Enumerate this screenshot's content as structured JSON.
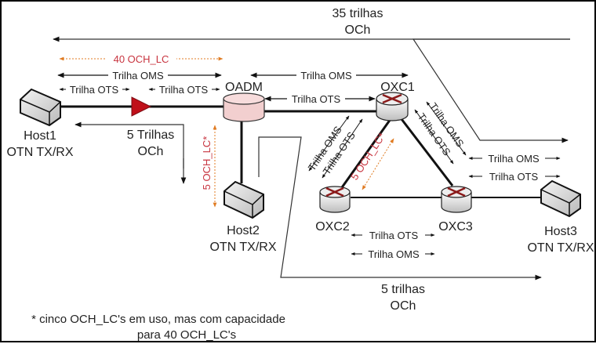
{
  "colors": {
    "line": "#111111",
    "thin": "#333333",
    "orange": "#e07b22",
    "red_text": "#c8343f",
    "amplifier": "#c0101a",
    "oadm_fill": "#f2cfcf",
    "router_arrows": "#8b1a1a"
  },
  "nodes": {
    "host1": {
      "name": "Host1",
      "sub": "OTN TX/RX"
    },
    "host2": {
      "name": "Host2",
      "sub": "OTN TX/RX"
    },
    "host3": {
      "name": "Host3",
      "sub": "OTN TX/RX"
    },
    "oadm": {
      "name": "OADM"
    },
    "oxc1": {
      "name": "OXC1"
    },
    "oxc2": {
      "name": "OXC2"
    },
    "oxc3": {
      "name": "OXC3"
    }
  },
  "paths": {
    "och35": {
      "line1": "35 trilhas",
      "line2": "OCh"
    },
    "och5_host1": {
      "line1": "5 Trilhas",
      "line2": "OCh"
    },
    "och5_bottom": {
      "line1": "5 trilhas",
      "line2": "OCh"
    }
  },
  "capacity": {
    "top": "40 OCH_LC",
    "host2": "5 OCH_LC*",
    "triangle": "5 OCH_LC*"
  },
  "trails": {
    "oms": "Trilha OMS",
    "ots": "Trilha OTS"
  },
  "footnote": {
    "line1": "* cinco OCH_LC's em uso, mas com capacidade",
    "line2": "para 40 OCH_LC's"
  }
}
